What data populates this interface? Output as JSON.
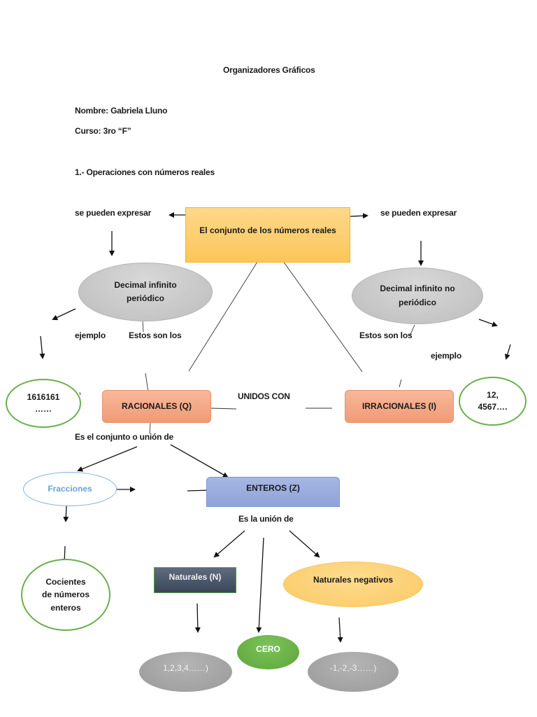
{
  "header": {
    "title": "Organizadores Gráficos",
    "name_line": "Nombre: Gabriela Lluno",
    "course_line": "Curso: 3ro “F”",
    "section_title": "1.- Operaciones con números reales"
  },
  "diagram": {
    "root": "El conjunto de los números reales",
    "left_branch": {
      "connector": "se pueden expresar",
      "type": "Decimal infinito periódico",
      "example_label": "ejemplo",
      "these_are_label": "Estos son los",
      "example_value_line1": "1616161",
      "example_value_line2": "……",
      "set": "RACIONALES (Q)"
    },
    "right_branch": {
      "connector": "se pueden expresar",
      "type": "Decimal infinito no periódico",
      "these_are_label": "Estos son los",
      "example_label": "ejemplo",
      "example_value_line1": "12,",
      "example_value_line2": "4567….",
      "set": "IRRACIONALES (I)"
    },
    "joined_label": "UNIDOS CON",
    "rational_union_label": "Es el conjunto o unión de",
    "fractions": "Fracciones",
    "fractions_desc_line1": "Cocientes",
    "fractions_desc_line2": "de números",
    "fractions_desc_line3": "enteros",
    "integers": "ENTEROS (Z)",
    "integers_union_label": "Es la unión de",
    "naturals": "Naturales (N)",
    "zero": "CERO",
    "negatives": "Naturales negativos",
    "naturals_values": "1,2,3,4……)",
    "negatives_values": "-1,-2,-3……)"
  }
}
